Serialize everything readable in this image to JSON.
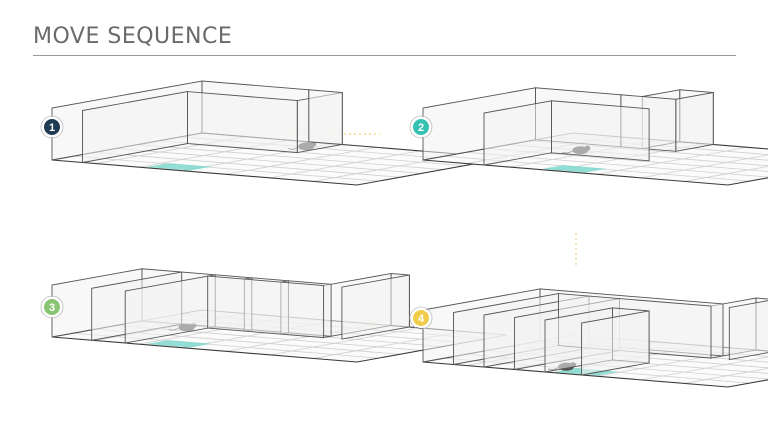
{
  "page": {
    "title": "MOVE SEQUENCE"
  },
  "colors": {
    "accent_teal": "#7fd8cc",
    "grid_line": "#d0d0d0",
    "floor_edge": "#3a3a3a",
    "wall_fill": "#f2f2f2",
    "wall_line": "#555555",
    "connector": "#f0d27a",
    "creature": "#555555"
  },
  "steps": [
    {
      "label": "1",
      "badge_color": "#1f3b53"
    },
    {
      "label": "2",
      "badge_color": "#35c2b3"
    },
    {
      "label": "3",
      "badge_color": "#8ac472"
    },
    {
      "label": "4",
      "badge_color": "#f0cc4a"
    }
  ],
  "icons": {
    "creature": "mouse-icon",
    "goal": "target-tile-icon"
  }
}
